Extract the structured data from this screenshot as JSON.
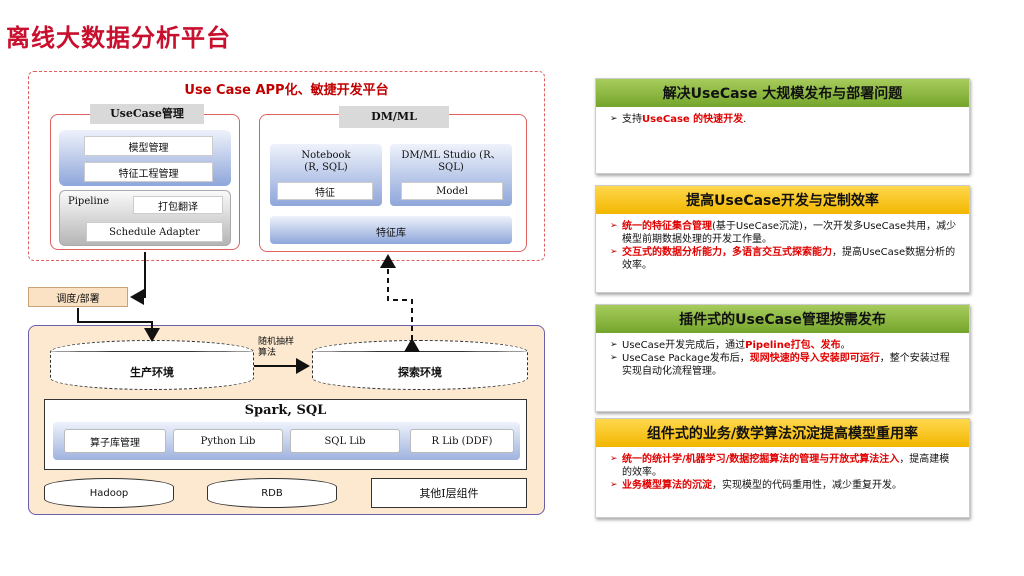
{
  "title": "离线大数据分析平台",
  "platform": {
    "title": "Use Case APP化、敏捷开发平台",
    "usecase_mgmt": {
      "header": "UseCase管理",
      "items": [
        "模型管理",
        "特征工程管理"
      ],
      "pipeline": {
        "label": "Pipeline",
        "items": [
          "打包翻译",
          "Schedule Adapter"
        ]
      }
    },
    "dmml": {
      "header": "DM/ML",
      "notebook": {
        "title": "Notebook\n(R, SQL)",
        "item": "特征"
      },
      "studio": {
        "title": "DM/ML Studio (R、\nSQL)",
        "item": "Model"
      },
      "feature_store": "特征库"
    }
  },
  "schedule_tag": "调度/部署",
  "runtime": {
    "prod_env": "生产环境",
    "sampling_label": "随机抽样\n算法",
    "explore_env": "探索环境",
    "spark": {
      "title": "Spark, SQL",
      "libs": [
        "算子库管理",
        "Python Lib",
        "SQL Lib",
        "R Lib (DDF)"
      ]
    },
    "storage": [
      "Hadoop",
      "RDB",
      "其他I层组件"
    ]
  },
  "panels": [
    {
      "header": "解决UseCase 大规模发布与部署问题",
      "color": "#8bbb45",
      "bullets": [
        [
          {
            "t": "支持"
          },
          {
            "t": "UseCase 的快速开发",
            "h": true
          },
          {
            "t": "."
          }
        ]
      ]
    },
    {
      "header": "提高UseCase开发与定制效率",
      "color": "#f7c600",
      "bullets": [
        [
          {
            "t": "统一的特征集合管理",
            "h": true
          },
          {
            "t": "(基于UseCase沉淀)，一次开发多UseCase共用，减少模型前期数据处理的开发工作量。"
          }
        ],
        [
          {
            "t": "交互式的数据分析能力，多语言交互式探索能力",
            "h": true
          },
          {
            "t": "，提高UseCase数据分析的效率。"
          }
        ]
      ]
    },
    {
      "header": "插件式的UseCase管理按需发布",
      "color": "#8bbb45",
      "bullets": [
        [
          {
            "t": "UseCase开发完成后，通过"
          },
          {
            "t": "Pipeline打包、发布",
            "h": true
          },
          {
            "t": "。"
          }
        ],
        [
          {
            "t": "UseCase Package发布后，"
          },
          {
            "t": "现网快速的导入安装即可运行",
            "h": true
          },
          {
            "t": "，整个安装过程实现自动化流程管理。"
          }
        ]
      ]
    },
    {
      "header": "组件式的业务/数学算法沉淀提高模型重用率",
      "color": "#f7c600",
      "bullets": [
        [
          {
            "t": "统一的统计学/机器学习/数据挖掘算法的管理与开放式算法注入",
            "h": true
          },
          {
            "t": "，提高建模的效率。"
          }
        ],
        [
          {
            "t": "业务模型算法的沉淀",
            "h": true
          },
          {
            "t": "，实现模型的代码重用性，减少重复开发。"
          }
        ]
      ]
    }
  ]
}
